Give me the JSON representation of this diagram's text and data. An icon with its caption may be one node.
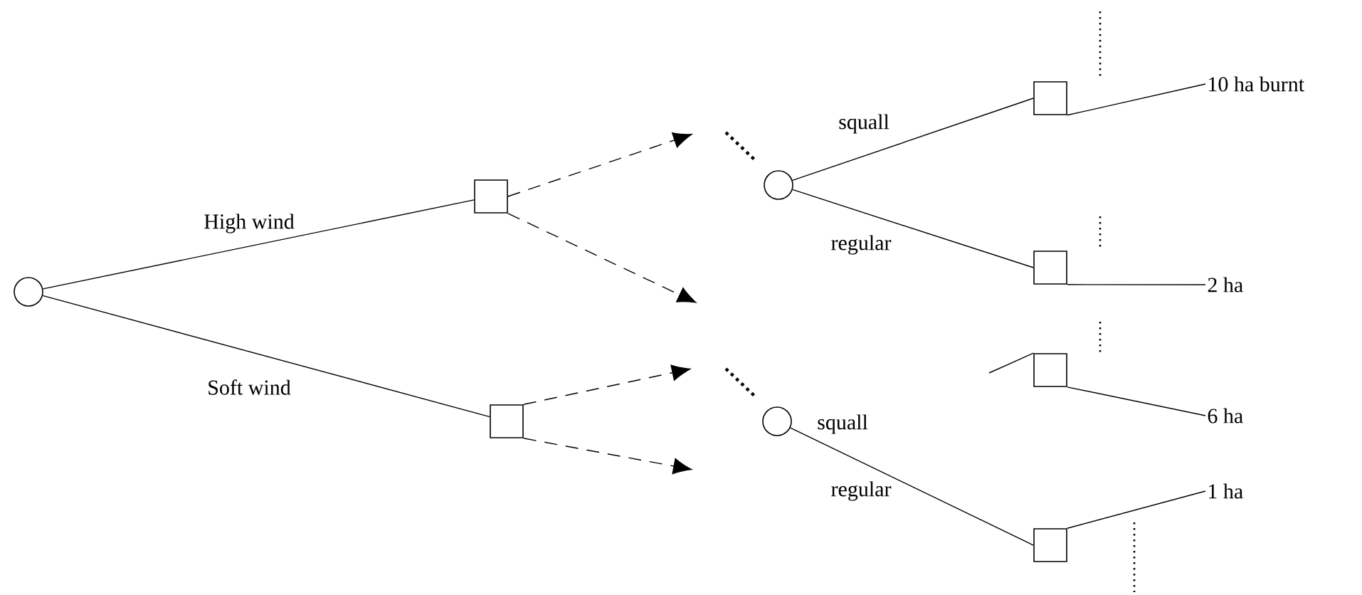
{
  "diagram": {
    "nodes": [
      {
        "text": [],
        "shape": "circle"
      },
      {
        "text": [],
        "shape": "box"
      },
      {
        "text": [],
        "shape": "box"
      },
      {
        "text": [],
        "shape": "circle"
      },
      {
        "text": [],
        "shape": "circle"
      },
      {
        "text": [],
        "shape": "box"
      },
      {
        "text": [],
        "shape": "box"
      },
      {
        "text": [],
        "shape": "box"
      },
      {
        "text": [],
        "shape": "box"
      },
      {
        "text": [
          "10 ha burnt"
        ]
      },
      {
        "text": [
          "2 ha"
        ]
      },
      {
        "text": [
          "6 ha"
        ]
      },
      {
        "text": [
          "1 ha"
        ]
      }
    ],
    "edges": [
      {
        "from": 0,
        "to": 1,
        "arrow": "none",
        "label": "High wind"
      },
      {
        "from": 0,
        "to": 2,
        "arrow": "none",
        "label": "Soft wind"
      },
      {
        "from": 1,
        "to": null,
        "arrow": "to",
        "style": "dashed"
      },
      {
        "from": 1,
        "to": null,
        "arrow": "to",
        "style": "dashed"
      },
      {
        "from": 2,
        "to": null,
        "arrow": "to",
        "style": "dashed"
      },
      {
        "from": 2,
        "to": null,
        "arrow": "to",
        "style": "dashed"
      },
      {
        "from": 3,
        "to": 5,
        "arrow": "none",
        "label": "squall"
      },
      {
        "from": 3,
        "to": 6,
        "arrow": "none",
        "label": "regular"
      },
      {
        "from": 4,
        "to": 8,
        "arrow": "none",
        "label": "regular"
      },
      {
        "from": null,
        "to": 7,
        "arrow": "none"
      },
      {
        "from": 5,
        "to": 9,
        "arrow": "none"
      },
      {
        "from": 6,
        "to": 10,
        "arrow": "none"
      },
      {
        "from": 7,
        "to": 11,
        "arrow": "none"
      },
      {
        "from": 8,
        "to": 12,
        "arrow": "none"
      }
    ],
    "labels": [
      "squall"
    ]
  }
}
